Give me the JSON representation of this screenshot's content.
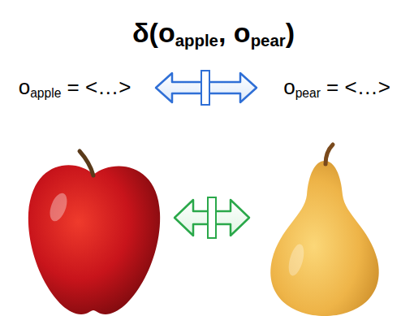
{
  "diagram": {
    "title": "δ(oapple, opear)",
    "labels": [
      "oapple = <…>",
      "opear = <…>"
    ]
  }
}
